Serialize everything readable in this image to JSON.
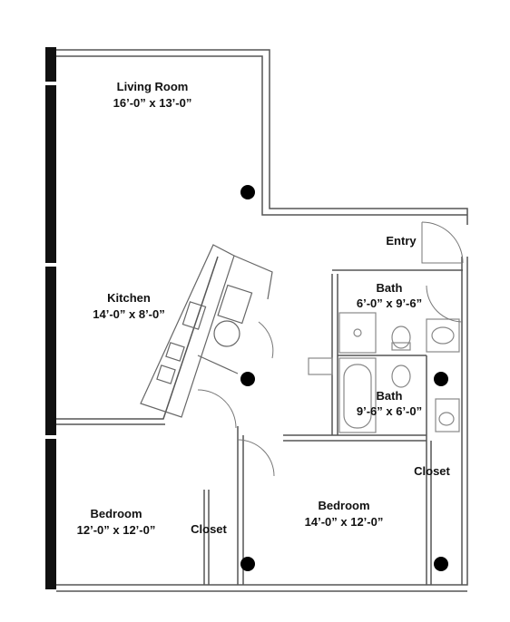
{
  "rooms": {
    "living": {
      "name": "Living Room",
      "dims": "16’-0” x 13’-0”"
    },
    "kitchen": {
      "name": "Kitchen",
      "dims": "14’-0” x 8’-0”"
    },
    "bath1": {
      "name": "Bath",
      "dims": "6’-0” x 9’-6”"
    },
    "bath2": {
      "name": "Bath",
      "dims": "9’-6” x 6’-0”"
    },
    "bedroom1": {
      "name": "Bedroom",
      "dims": "12’-0” x 12’-0”"
    },
    "bedroom2": {
      "name": "Bedroom",
      "dims": "14’-0” x 12’-0”"
    }
  },
  "labels": {
    "entry": "Entry",
    "closet_left": "Closet",
    "closet_right": "Closet"
  },
  "colors": {
    "wall": "#555555",
    "window": "#111111",
    "fixture": "#888888",
    "column": "#000000"
  }
}
